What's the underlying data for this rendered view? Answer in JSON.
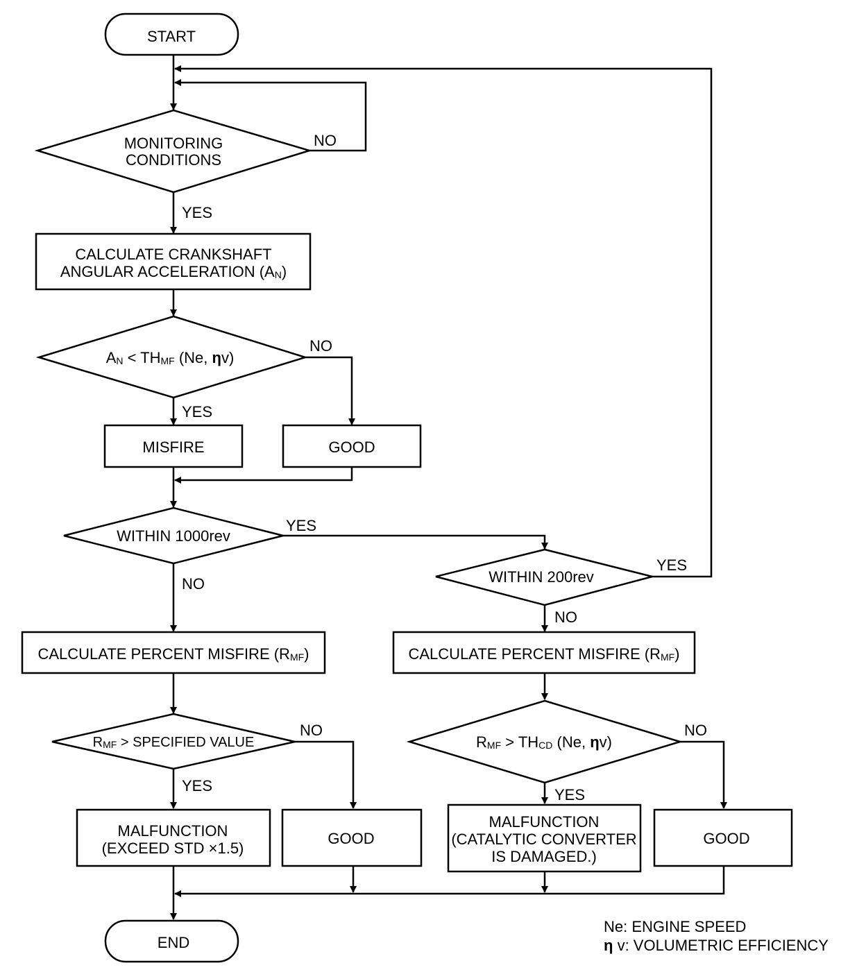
{
  "nodes": {
    "start": "START",
    "monitoring_l1": "MONITORING",
    "monitoring_l2": "CONDITIONS",
    "calc_accel_l1": "CALCULATE CRANKSHAFT",
    "calc_accel_l2_a": "ANGULAR ACCELERATION (A",
    "calc_accel_l2_sub": "N",
    "calc_accel_l2_b": ")",
    "cond_an_a": "A",
    "cond_an_sub1": "N",
    "cond_an_b": " < TH",
    "cond_an_sub2": "MF",
    "cond_an_c": " (Ne, ",
    "cond_an_eta": "η",
    "cond_an_d": "v)",
    "misfire": "MISFIRE",
    "good": "GOOD",
    "within_1000": "WITHIN 1000rev",
    "within_200": "WITHIN 200rev",
    "calc_pct_a": "CALCULATE PERCENT MISFIRE (R",
    "calc_pct_sub": "MF",
    "calc_pct_b": ")",
    "rmf_spec_a": "R",
    "rmf_spec_sub": "MF",
    "rmf_spec_b": " > SPECIFIED VALUE",
    "rmf_th_a": "R",
    "rmf_th_sub1": "MF",
    "rmf_th_b": " > TH",
    "rmf_th_sub2": "CD",
    "rmf_th_c": " (Ne, ",
    "rmf_th_eta": "η",
    "rmf_th_d": "v)",
    "malfunction": "MALFUNCTION",
    "malf_exceed": "(EXCEED STD  ×1.5)",
    "malf_cat_l2": "(CATALYTIC CONVERTER",
    "malf_cat_l3": "IS DAMAGED.)",
    "end": "END"
  },
  "labels": {
    "yes": "YES",
    "no": "NO"
  },
  "legend": {
    "ne": "Ne: ENGINE SPEED",
    "eta_symbol": "η",
    "eta_text": " v: VOLUMETRIC EFFICIENCY"
  }
}
